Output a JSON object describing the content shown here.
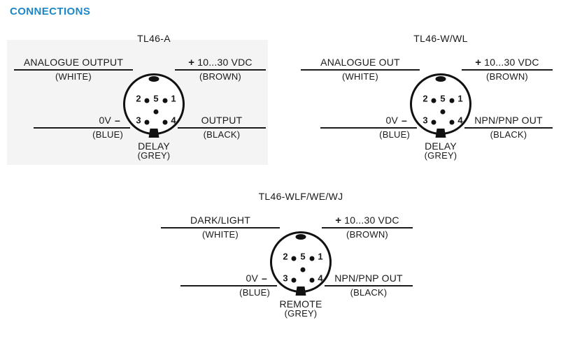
{
  "page": {
    "heading": "CONNECTIONS",
    "heading_color": "#1d87c6",
    "line_color": "#1a1a1a",
    "panel_color": "#f4f4f4"
  },
  "connector_pins": {
    "pin1": "1",
    "pin2": "2",
    "pin3": "3",
    "pin4": "4",
    "pin5": "5"
  },
  "diagrams": [
    {
      "title": "TL46-A",
      "top_left": {
        "label": "ANALOGUE OUTPUT",
        "wire": "(WHITE)"
      },
      "top_right": {
        "sign": "+",
        "label": "10...30 VDC",
        "wire": "(BROWN)"
      },
      "bottom_left": {
        "label": "0V",
        "sign": "–",
        "wire": "(BLUE)"
      },
      "bottom_right": {
        "label": "OUTPUT",
        "wire": "(BLACK)"
      },
      "bottom_center": {
        "label": "DELAY",
        "wire": "(GREY)"
      }
    },
    {
      "title": "TL46-W/WL",
      "top_left": {
        "label": "ANALOGUE OUT",
        "wire": "(WHITE)"
      },
      "top_right": {
        "sign": "+",
        "label": "10...30 VDC",
        "wire": "(BROWN)"
      },
      "bottom_left": {
        "label": "0V",
        "sign": "–",
        "wire": "(BLUE)"
      },
      "bottom_right": {
        "label": "NPN/PNP OUT",
        "wire": "(BLACK)"
      },
      "bottom_center": {
        "label": "DELAY",
        "wire": "(GREY)"
      }
    },
    {
      "title": "TL46-WLF/WE/WJ",
      "top_left": {
        "label": "DARK/LIGHT",
        "wire": "(WHITE)"
      },
      "top_right": {
        "sign": "+",
        "label": "10...30 VDC",
        "wire": "(BROWN)"
      },
      "bottom_left": {
        "label": "0V",
        "sign": "–",
        "wire": "(BLUE)"
      },
      "bottom_right": {
        "label": "NPN/PNP OUT",
        "wire": "(BLACK)"
      },
      "bottom_center": {
        "label": "REMOTE",
        "wire": "(GREY)"
      }
    }
  ]
}
